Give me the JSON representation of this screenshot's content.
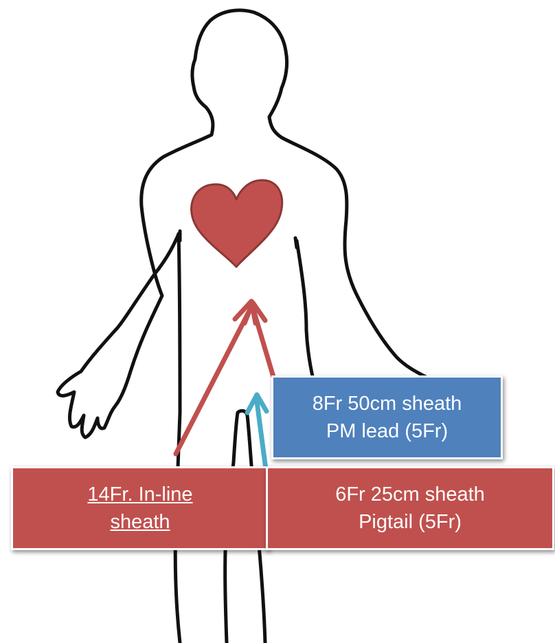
{
  "colors": {
    "red_box": "#c0504d",
    "blue_box": "#4f81bd",
    "heart_fill": "#c0504d",
    "heart_stroke": "#8c3836",
    "red_arrow": "#c0504d",
    "cyan_arrow": "#4bacc6",
    "outline": "#111111"
  },
  "labels": {
    "inline_sheath": [
      "14Fr. In-line",
      "sheath"
    ],
    "pigtail": [
      "6Fr 25cm sheath",
      "Pigtail (5Fr)"
    ],
    "pm_lead": [
      "8Fr 50cm sheath",
      "PM lead (5Fr)"
    ]
  },
  "icons": {
    "body": "human-body-outline-icon",
    "heart": "heart-icon"
  }
}
